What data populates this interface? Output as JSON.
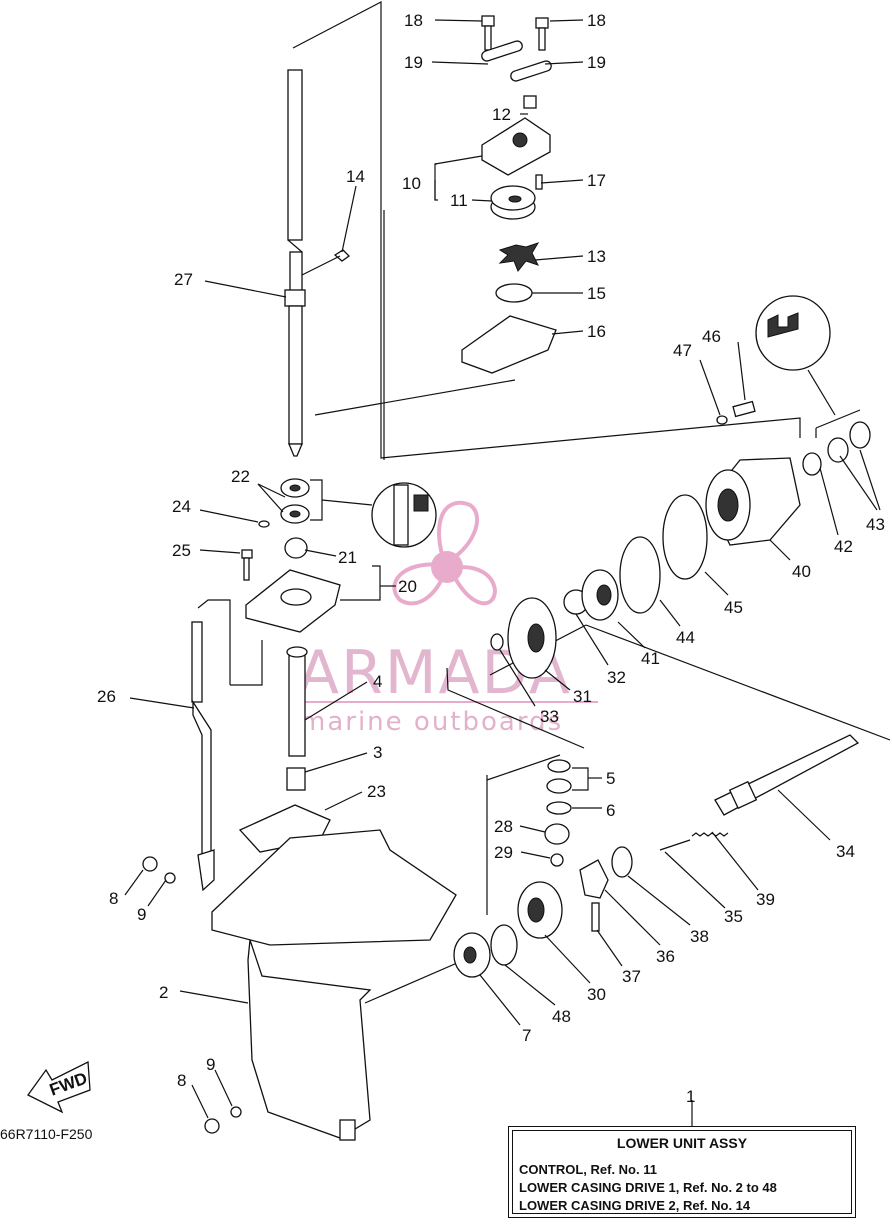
{
  "diagram_code": "66R7110-F250",
  "fwd_label": "FWD",
  "watermark": {
    "brand": "ARMADA",
    "tagline": "marine outboards",
    "color": "#e7a3c7"
  },
  "info_box": {
    "ref_no": "1",
    "title": "LOWER UNIT ASSY",
    "lines": [
      "CONTROL, Ref. No. 11",
      "LOWER CASING DRIVE 1, Ref. No. 2 to 48",
      "LOWER CASING DRIVE 2, Ref. No. 14"
    ]
  },
  "callouts": [
    {
      "id": "c18a",
      "text": "18"
    },
    {
      "id": "c18b",
      "text": "18"
    },
    {
      "id": "c19a",
      "text": "19"
    },
    {
      "id": "c19b",
      "text": "19"
    },
    {
      "id": "c12",
      "text": "12"
    },
    {
      "id": "c10",
      "text": "10"
    },
    {
      "id": "c17",
      "text": "17"
    },
    {
      "id": "c11",
      "text": "11"
    },
    {
      "id": "c13",
      "text": "13"
    },
    {
      "id": "c15",
      "text": "15"
    },
    {
      "id": "c16",
      "text": "16"
    },
    {
      "id": "c14",
      "text": "14"
    },
    {
      "id": "c27",
      "text": "27"
    },
    {
      "id": "c47",
      "text": "47"
    },
    {
      "id": "c46",
      "text": "46"
    },
    {
      "id": "c22",
      "text": "22"
    },
    {
      "id": "c24",
      "text": "24"
    },
    {
      "id": "c21",
      "text": "21"
    },
    {
      "id": "c25",
      "text": "25"
    },
    {
      "id": "c20",
      "text": "20"
    },
    {
      "id": "c42",
      "text": "42"
    },
    {
      "id": "c43",
      "text": "43"
    },
    {
      "id": "c40",
      "text": "40"
    },
    {
      "id": "c45",
      "text": "45"
    },
    {
      "id": "c44",
      "text": "44"
    },
    {
      "id": "c41",
      "text": "41"
    },
    {
      "id": "c32",
      "text": "32"
    },
    {
      "id": "c31",
      "text": "31"
    },
    {
      "id": "c33",
      "text": "33"
    },
    {
      "id": "c26",
      "text": "26"
    },
    {
      "id": "c4",
      "text": "4"
    },
    {
      "id": "c3",
      "text": "3"
    },
    {
      "id": "c5",
      "text": "5"
    },
    {
      "id": "c6",
      "text": "6"
    },
    {
      "id": "c23",
      "text": "23"
    },
    {
      "id": "c28",
      "text": "28"
    },
    {
      "id": "c29",
      "text": "29"
    },
    {
      "id": "c34",
      "text": "34"
    },
    {
      "id": "c39",
      "text": "39"
    },
    {
      "id": "c35",
      "text": "35"
    },
    {
      "id": "c38",
      "text": "38"
    },
    {
      "id": "c36",
      "text": "36"
    },
    {
      "id": "c37",
      "text": "37"
    },
    {
      "id": "c30",
      "text": "30"
    },
    {
      "id": "c48",
      "text": "48"
    },
    {
      "id": "c7",
      "text": "7"
    },
    {
      "id": "c8a",
      "text": "8"
    },
    {
      "id": "c9a",
      "text": "9"
    },
    {
      "id": "c2",
      "text": "2"
    },
    {
      "id": "c9b",
      "text": "9"
    },
    {
      "id": "c8b",
      "text": "8"
    }
  ]
}
